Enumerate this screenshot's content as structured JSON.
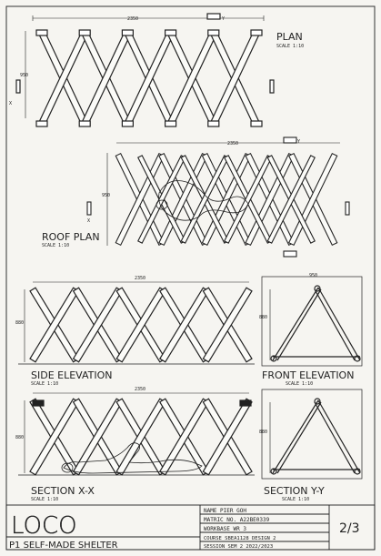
{
  "plan": {
    "title": "PLAN",
    "scale": "SCALE 1:10",
    "width_dim": "2350",
    "depth_dim": "950",
    "marker_x": "X",
    "marker_y": "Y"
  },
  "roof_plan": {
    "title": "ROOF PLAN",
    "scale": "SCALE 1:10",
    "width_dim": "2350",
    "depth_dim": "950",
    "marker_x": "X",
    "marker_y": "Y"
  },
  "side_elevation": {
    "title": "SIDE ELEVATION",
    "scale": "SCALE 1:10",
    "width_dim": "2350",
    "height_dim": "880"
  },
  "front_elevation": {
    "title": "FRONT ELEVATION",
    "scale": "SCALE 1:10",
    "width_dim": "950",
    "height_dim": "880"
  },
  "section_xx": {
    "title": "SECTION X-X",
    "scale": "SCALE 1:10",
    "width_dim": "2350",
    "height_dim": "880"
  },
  "section_yy": {
    "title": "SECTION Y-Y",
    "scale": "SCALE 1:10",
    "height_dim": "880"
  },
  "title_block": {
    "project": "LOCO",
    "subtitle": "P1 SELF-MADE SHELTER",
    "name": "NAME PIER GOH",
    "matric": "MATRIC NO. A22BE0339",
    "workbase": "WORKBASE WR 3",
    "course": "COURSE SBEA1128 DESIGN 2",
    "session": "SESSION SEM 2 2022/2023",
    "sheet": "2/3"
  }
}
